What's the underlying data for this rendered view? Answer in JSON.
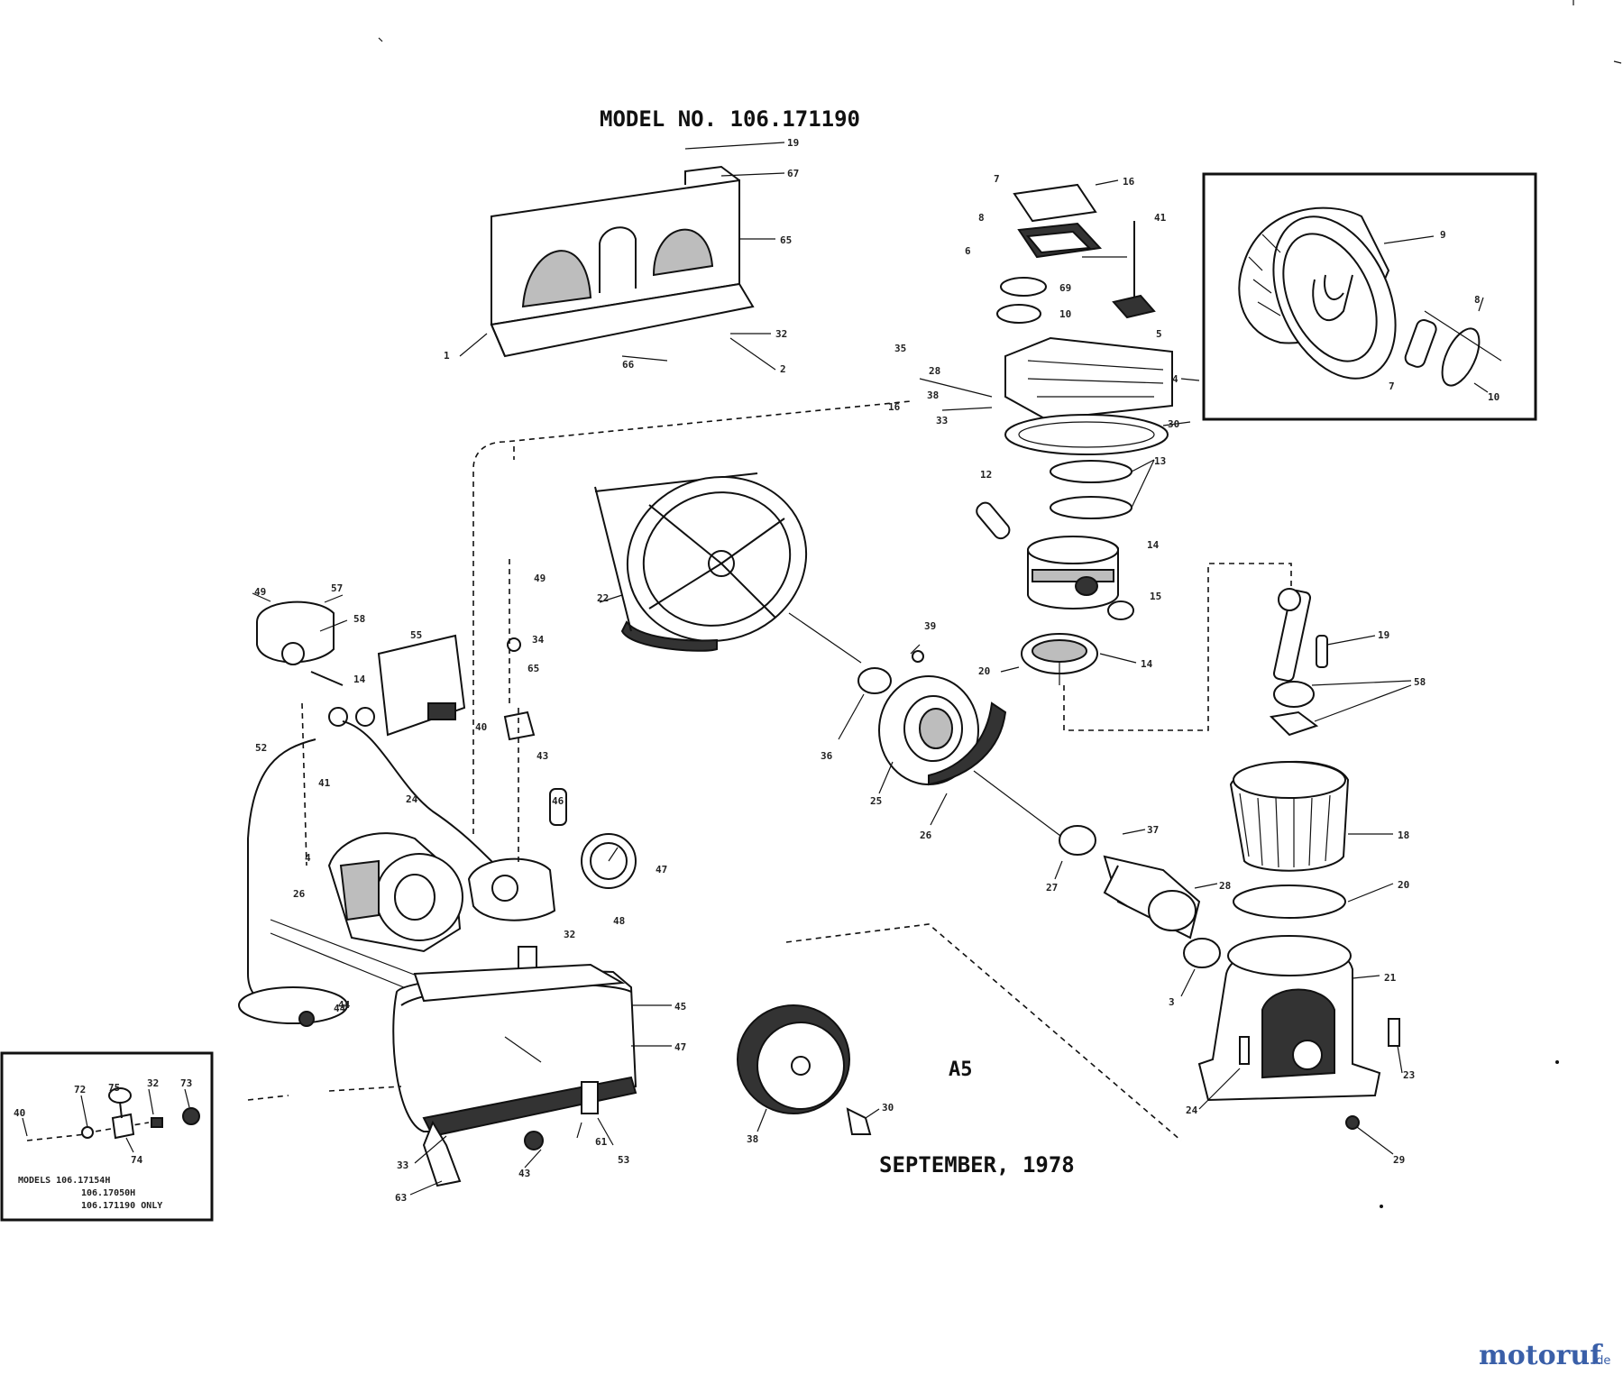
{
  "model_line": "MODEL NO.   106.171190",
  "date_line": "SEPTEMBER, 1978",
  "sheet_ref": "A5",
  "inset_models": [
    "MODELS 106.17154H",
    "106.17050H",
    "106.171190 ONLY"
  ],
  "watermark": {
    "main": "motoruf",
    "suffix": ".de",
    "main_color": "#3a5fa8",
    "accent_color": "#e08a1e"
  },
  "callouts": {
    "shroud": [
      "19",
      "67",
      "65",
      "2",
      "1",
      "66",
      "32"
    ],
    "head": [
      "7",
      "16",
      "41",
      "8",
      "69",
      "10",
      "5",
      "6",
      "35",
      "28",
      "38",
      "16",
      "33",
      "4",
      "30"
    ],
    "piston": [
      "12",
      "13",
      "14",
      "15",
      "20",
      "14"
    ],
    "flywheel": [
      "22",
      "36",
      "39",
      "25",
      "26"
    ],
    "rod": [
      "19",
      "58"
    ],
    "cylinder": [
      "18",
      "20",
      "21",
      "23",
      "24",
      "29"
    ],
    "crankshaft": [
      "27",
      "37",
      "28",
      "3"
    ],
    "wheel": [
      "38",
      "30"
    ],
    "motor": [
      "49",
      "57",
      "58",
      "55",
      "14",
      "52",
      "41",
      "44",
      "26",
      "4",
      "48",
      "40",
      "46",
      "47",
      "34",
      "65",
      "49",
      "43",
      "32",
      "24"
    ],
    "tank": [
      "44",
      "45",
      "47",
      "33",
      "43",
      "63",
      "53",
      "61"
    ],
    "inset_valve": [
      "40",
      "72",
      "75",
      "32",
      "73",
      "74"
    ],
    "inset_head": [
      "9",
      "8",
      "7",
      "10"
    ]
  }
}
